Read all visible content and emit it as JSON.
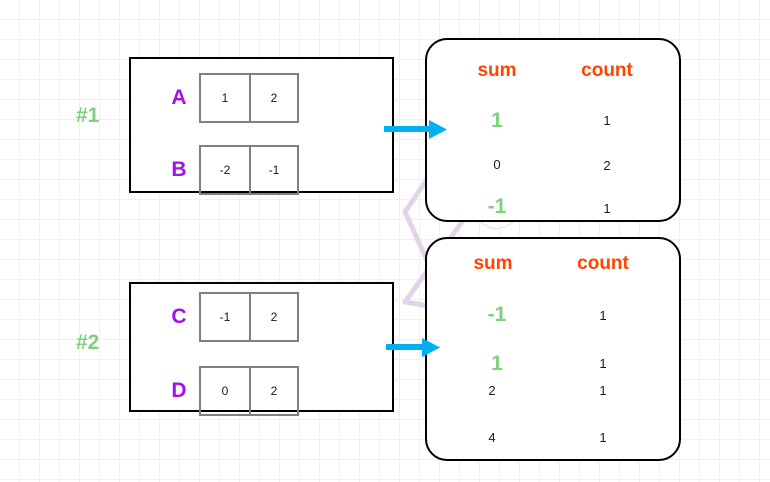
{
  "diagram": {
    "title": "partial sums grouped by sum value with counts",
    "colors": {
      "group_label": "#7ed07e",
      "row_letter": "#a211f0",
      "column_header": "#ff4500",
      "highlight_value": "#7ed07e",
      "highlight_circle": "#ead9ee",
      "connector": "#e3d3e8",
      "arrow": "#00b0f0",
      "box_border": "#000000",
      "cell_border": "#808080",
      "grid_minor": "#f0f0f0",
      "grid_major": "#e4e4e4"
    }
  },
  "groups": [
    {
      "label": "#1",
      "rows": [
        {
          "name": "A",
          "values": [
            "1",
            "2"
          ]
        },
        {
          "name": "B",
          "values": [
            "-2",
            "-1"
          ]
        }
      ]
    },
    {
      "label": "#2",
      "rows": [
        {
          "name": "C",
          "values": [
            "-1",
            "2"
          ]
        },
        {
          "name": "D",
          "values": [
            "0",
            "2"
          ]
        }
      ]
    }
  ],
  "panels": [
    {
      "name": "aggregate-panel-1",
      "headers": {
        "sum": "sum",
        "count": "count"
      },
      "rows": [
        {
          "sum": "1",
          "count": "1",
          "highlight": true
        },
        {
          "sum": "0",
          "count": "2",
          "highlight": false
        },
        {
          "sum": "-1",
          "count": "1",
          "highlight": true
        }
      ]
    },
    {
      "name": "aggregate-panel-2",
      "headers": {
        "sum": "sum",
        "count": "count"
      },
      "rows": [
        {
          "sum": "-1",
          "count": "1",
          "highlight": true
        },
        {
          "sum": "1",
          "count": "1",
          "highlight": true
        },
        {
          "sum": "2",
          "count": "1",
          "highlight": false
        },
        {
          "sum": "4",
          "count": "1",
          "highlight": false
        }
      ]
    }
  ],
  "chart_data": {
    "type": "table",
    "title": "sum / count aggregation per group",
    "tables": [
      {
        "group": "#1",
        "columns": [
          "sum",
          "count"
        ],
        "rows": [
          [
            "1",
            "1"
          ],
          [
            "0",
            "2"
          ],
          [
            "-1",
            "1"
          ]
        ]
      },
      {
        "group": "#2",
        "columns": [
          "sum",
          "count"
        ],
        "rows": [
          [
            "-1",
            "1"
          ],
          [
            "1",
            "1"
          ],
          [
            "2",
            "1"
          ],
          [
            "4",
            "1"
          ]
        ]
      }
    ]
  }
}
